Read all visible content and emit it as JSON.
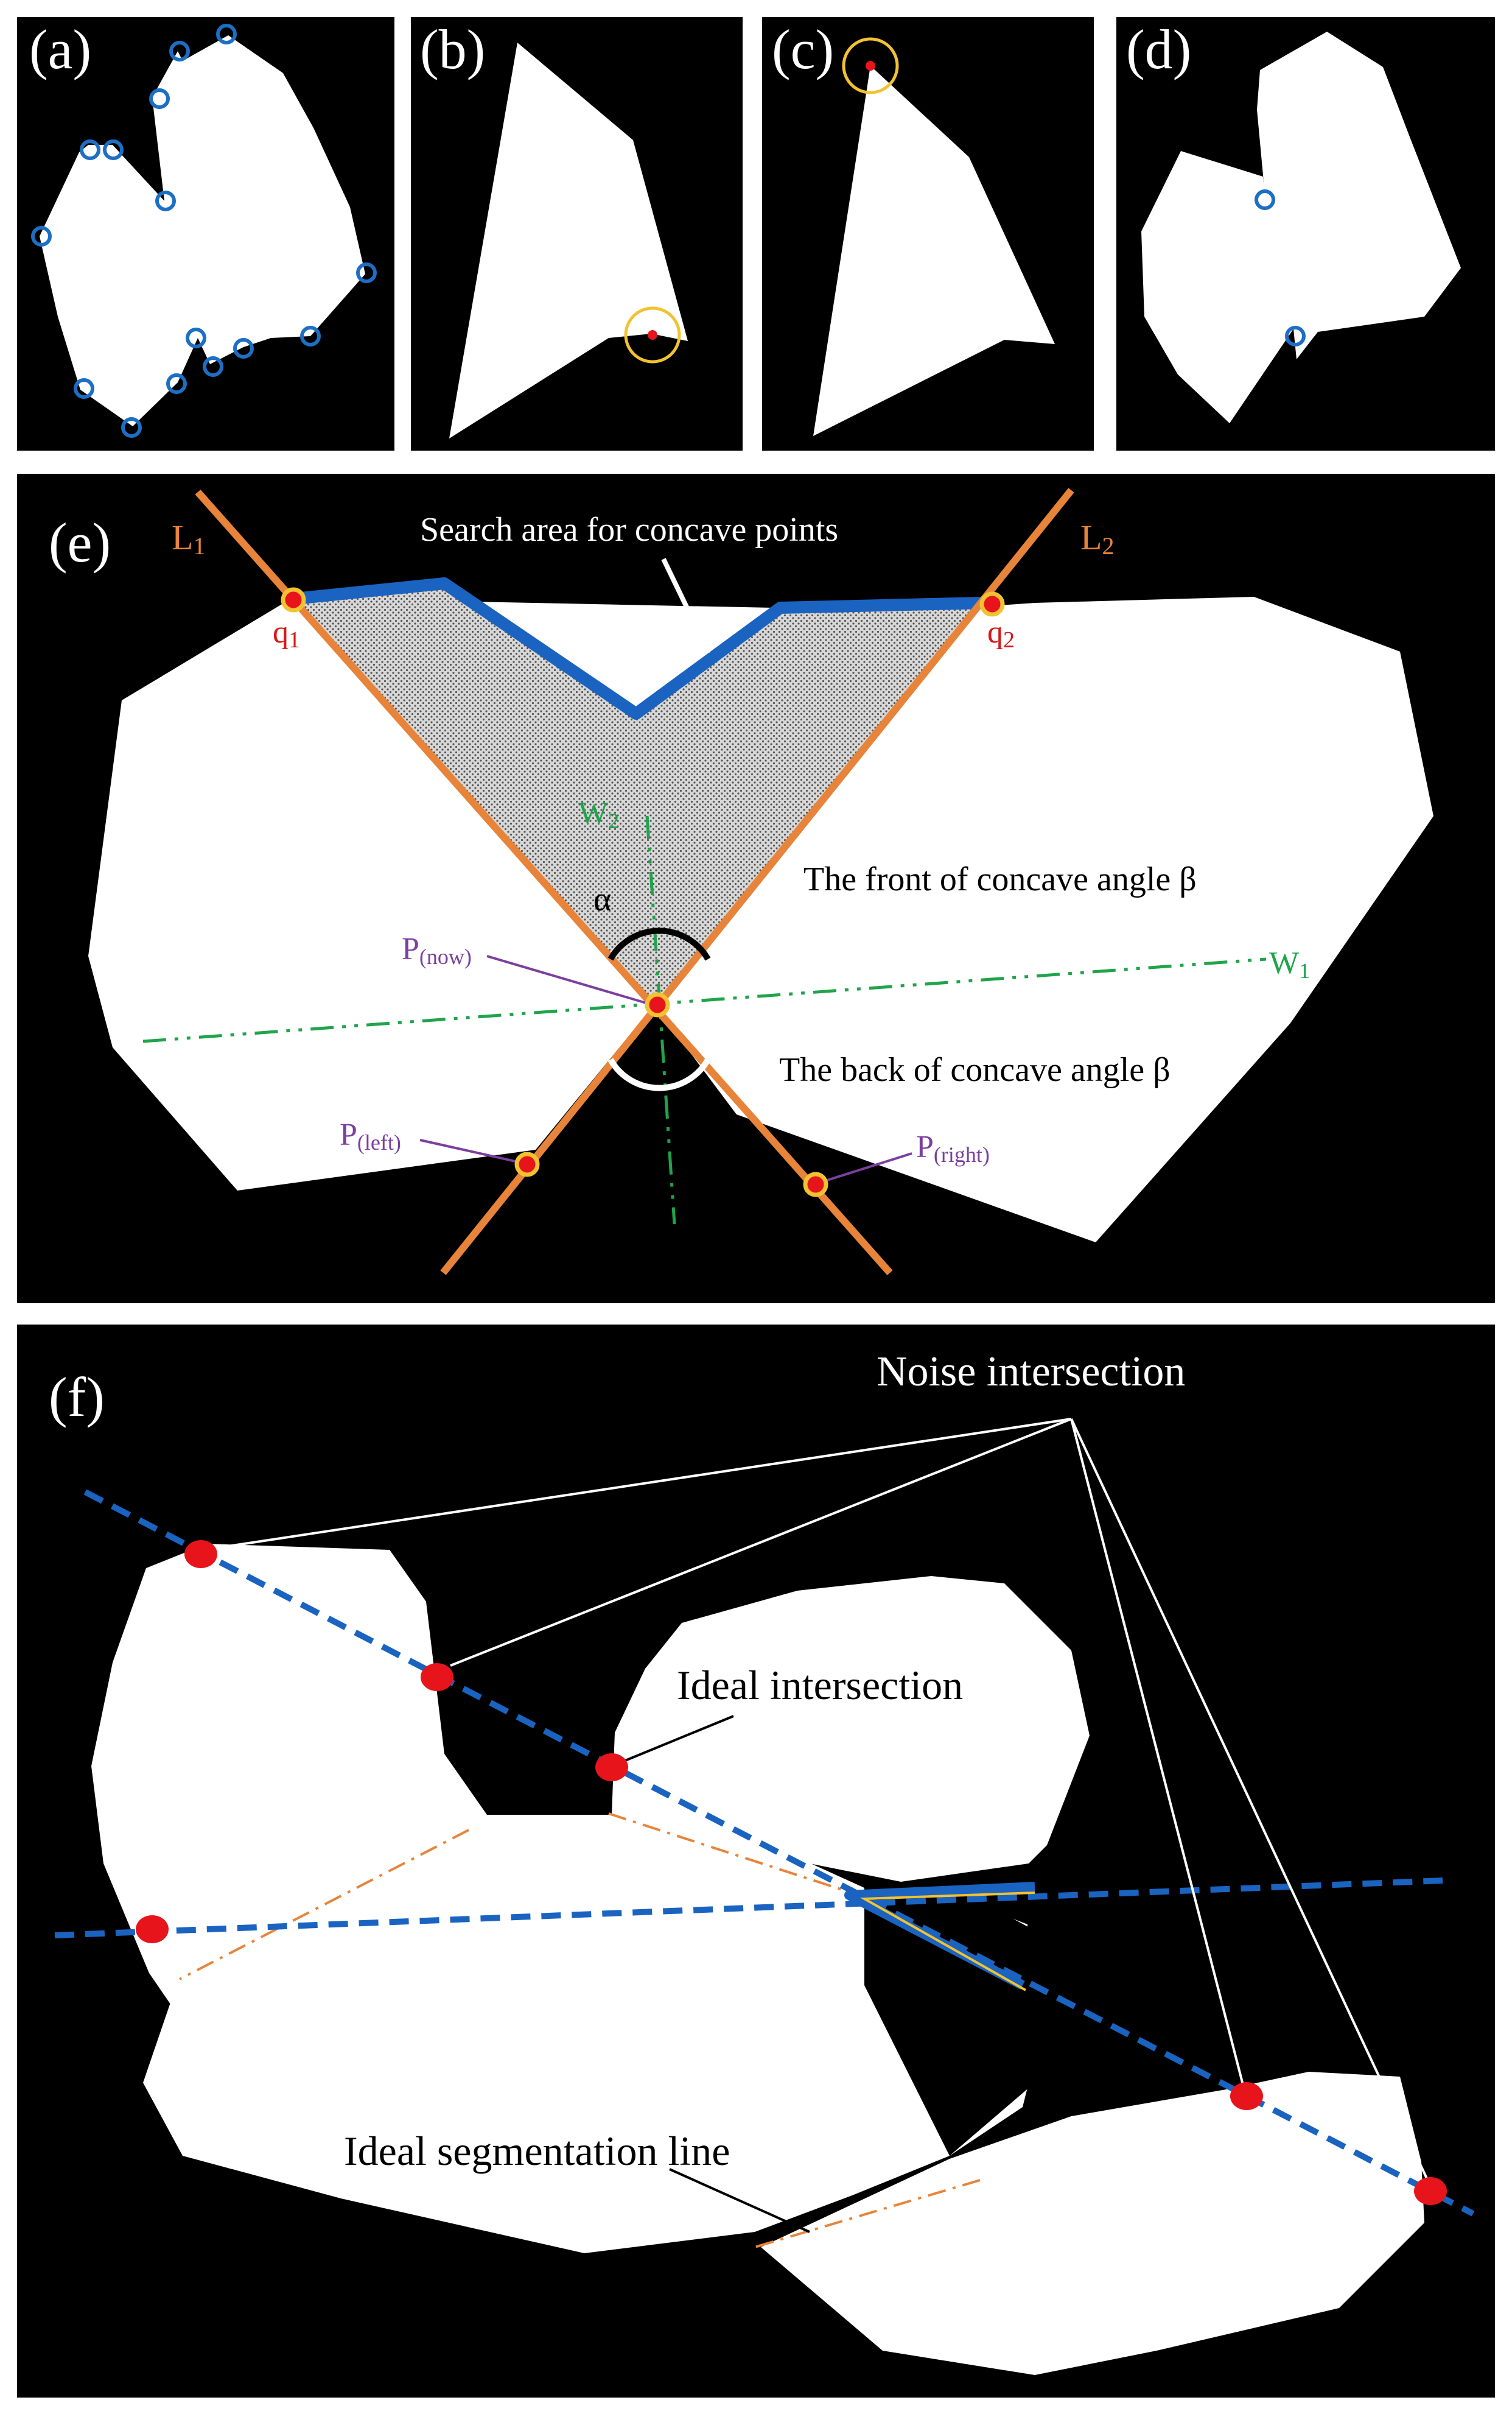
{
  "panels": {
    "a": {
      "label": "(a)"
    },
    "b": {
      "label": "(b)"
    },
    "c": {
      "label": "(c)"
    },
    "d": {
      "label": "(d)"
    },
    "e": {
      "label": "(e)",
      "line_L1": "L",
      "line_L1_sub": "1",
      "line_L2": "L",
      "line_L2_sub": "2",
      "point_q1": "q",
      "point_q1_sub": "1",
      "point_q2": "q",
      "point_q2_sub": "2",
      "search_area": "Search area for concave points",
      "axis_w2": "W",
      "axis_w2_sub": "2",
      "axis_w1": "W",
      "axis_w1_sub": "1",
      "front_text": "The front of concave angle β",
      "back_text": "The back of concave angle β",
      "alpha": "α",
      "beta": "β",
      "p_now": "P",
      "p_now_sub": "(now)",
      "p_left": "P",
      "p_left_sub": "(left)",
      "p_right": "P",
      "p_right_sub": "(right)"
    },
    "f": {
      "label": "(f)",
      "noise_intersection": "Noise intersection",
      "ideal_intersection": "Ideal intersection",
      "ideal_segmentation_line": "Ideal segmentation line"
    }
  },
  "colors": {
    "background": "#000000",
    "shape": "#ffffff",
    "marker_blue": "#1c6fc4",
    "marker_yellow": "#f2c230",
    "point_red": "#e8141c",
    "line_orange": "#e8843a",
    "search_blue": "#1a63c0",
    "axis_green": "#1fa44a",
    "label_purple": "#7b3fa0"
  }
}
